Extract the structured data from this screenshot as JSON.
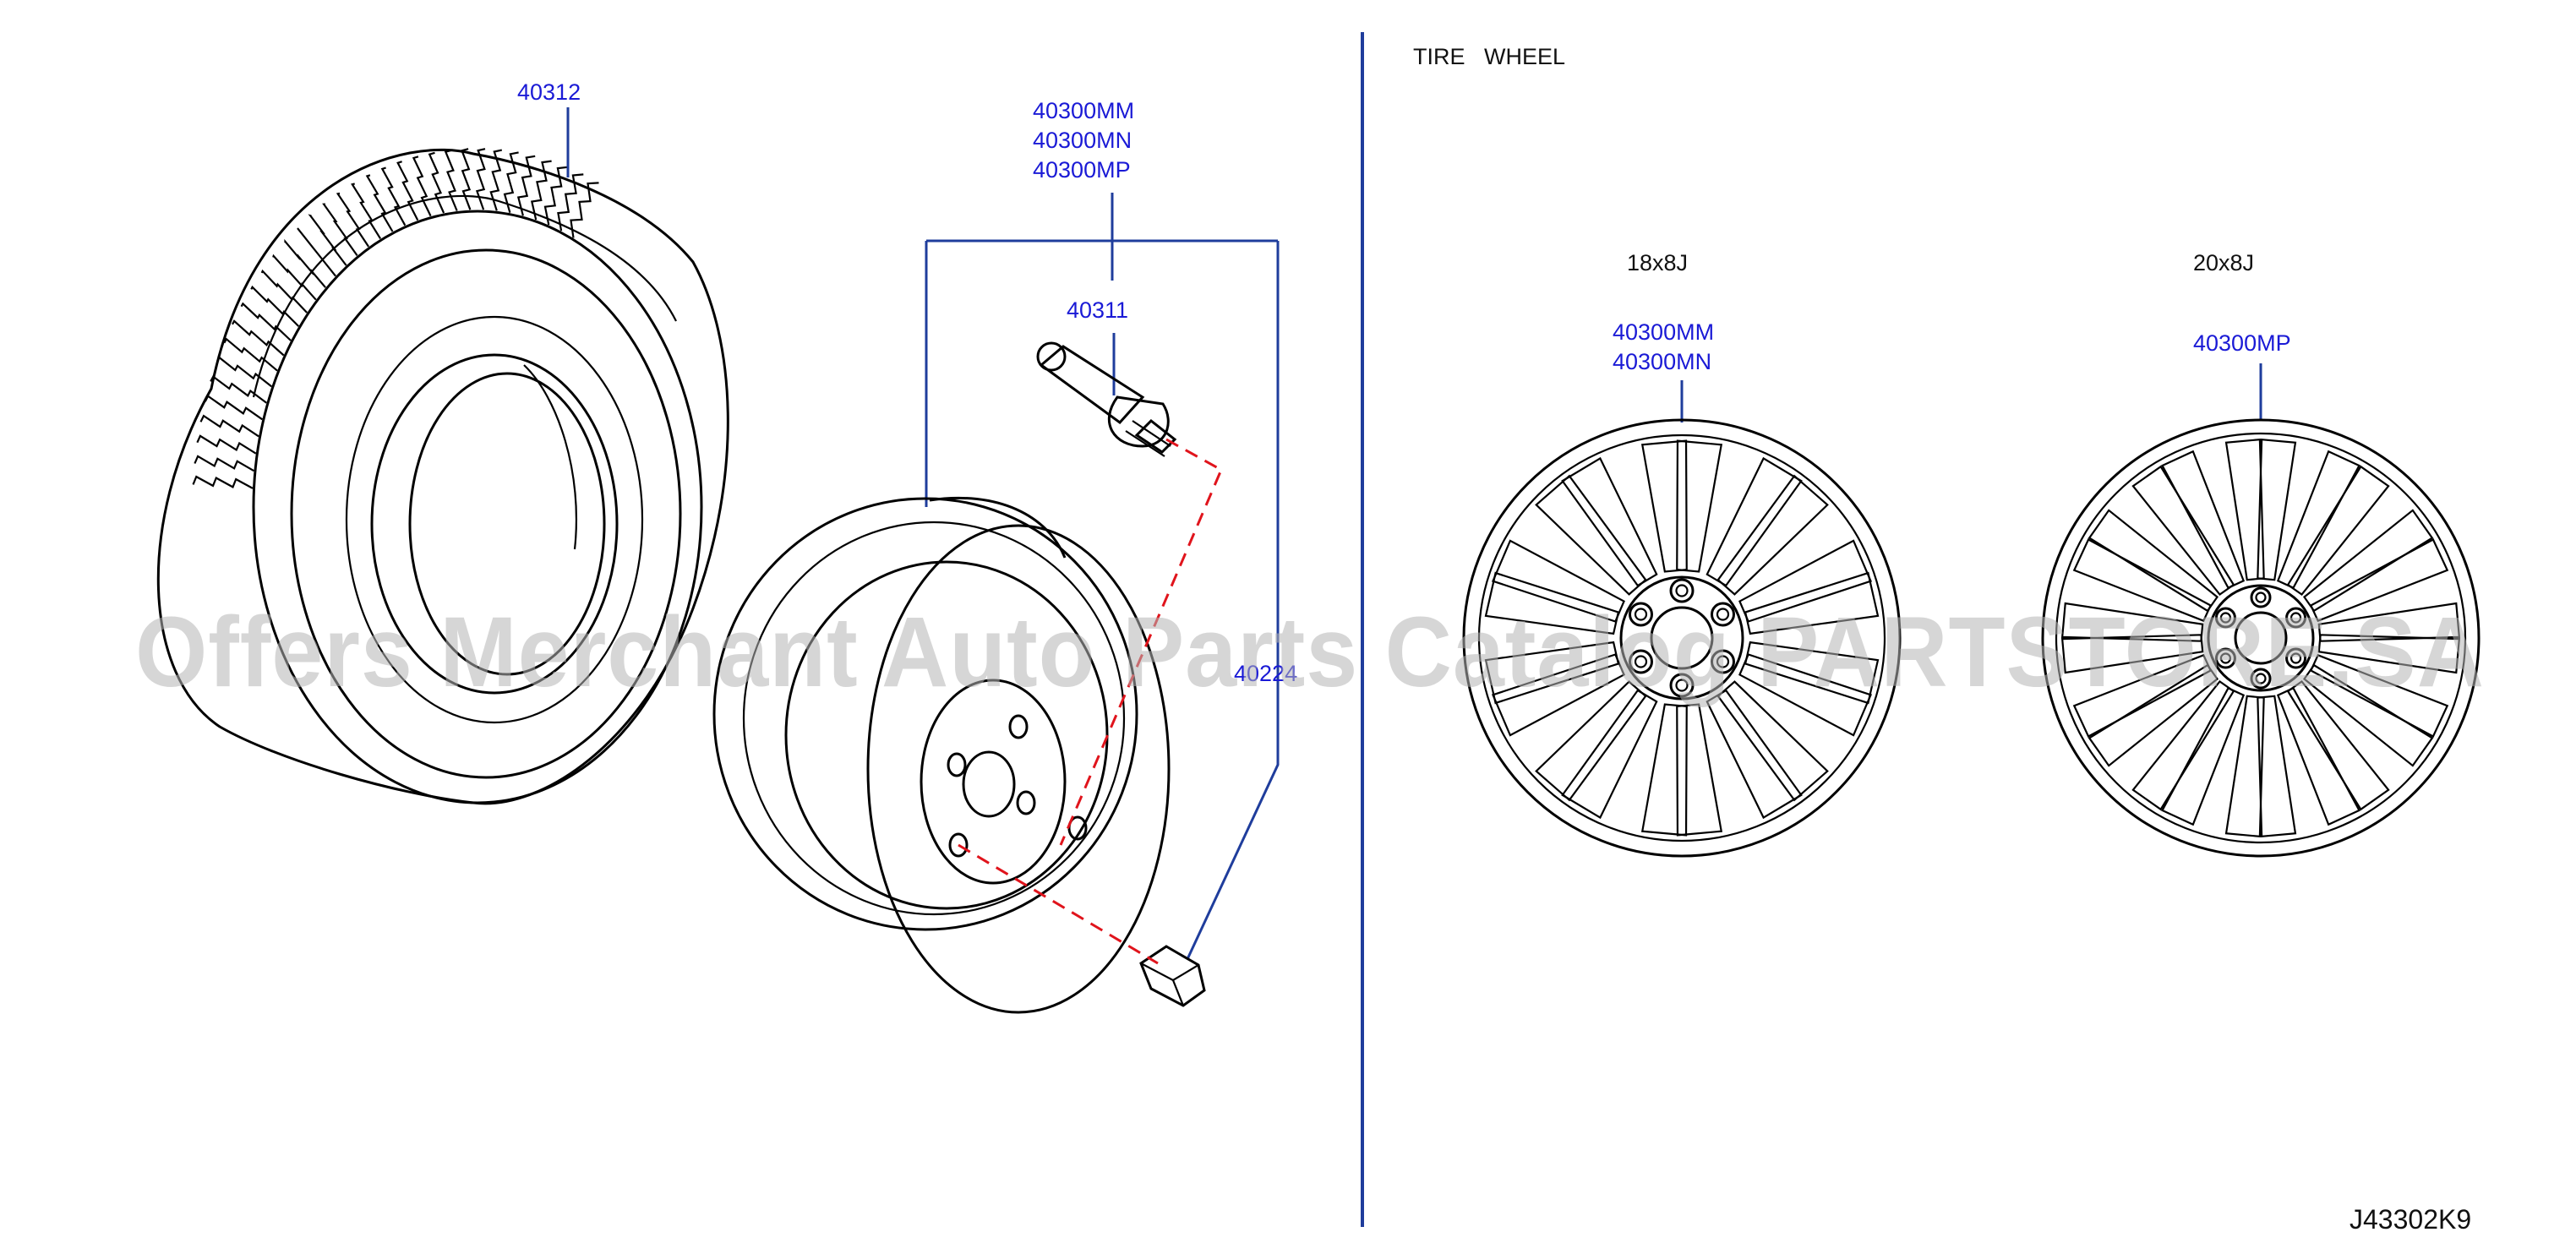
{
  "header": {
    "title": "TIRE   WHEEL"
  },
  "parts": {
    "tire": "40312",
    "wheel_group": [
      "40300MM",
      "40300MN",
      "40300MP"
    ],
    "valve": "40311",
    "nut": "40224"
  },
  "wheels": [
    {
      "size": "18x8J",
      "parts": [
        "40300MM",
        "40300MN"
      ]
    },
    {
      "size": "20x8J",
      "parts": [
        "40300MP"
      ]
    }
  ],
  "diagram_id": "J43302K9",
  "watermark": "Offers Merchant Auto Parts Catalog PARTSTORE.SA",
  "colors": {
    "callout": "#1a1ad6",
    "leader": "#1f3d9c",
    "dashed": "#e0141c",
    "divider": "#1f3d9c"
  }
}
